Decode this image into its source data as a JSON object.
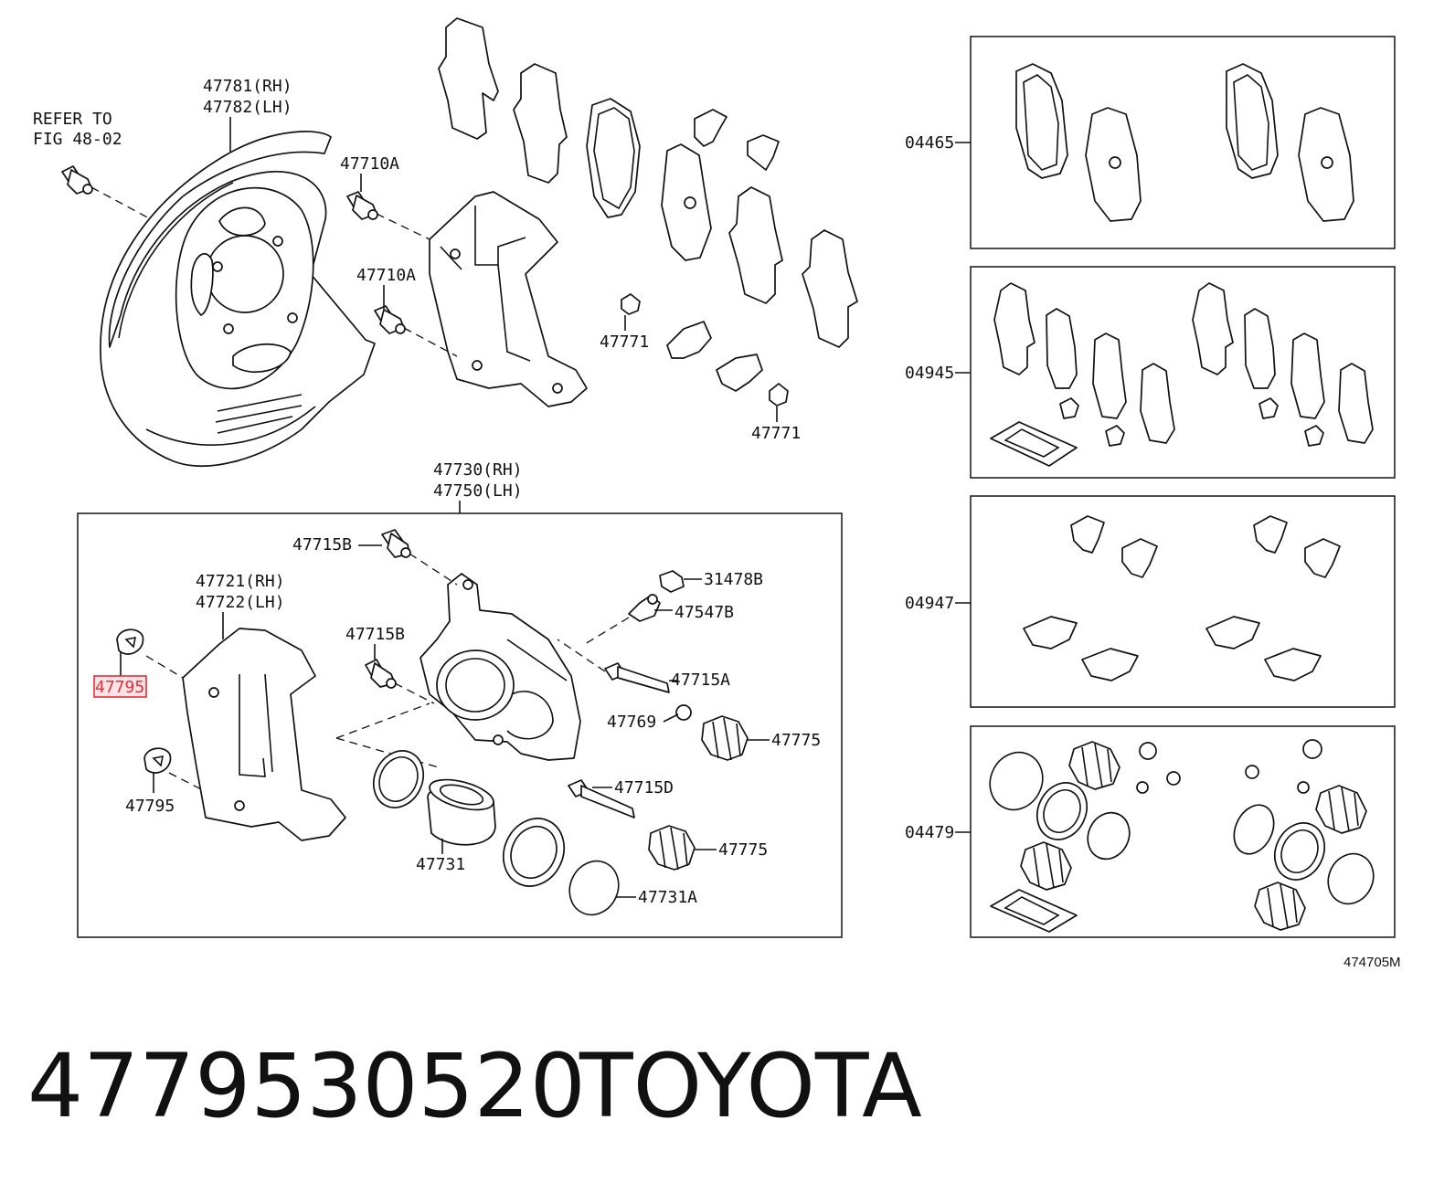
{
  "labels": {
    "refer_line1": "REFER TO",
    "refer_line2": "FIG 48-02",
    "p47781": "47781(RH)",
    "p47782": "47782(LH)",
    "p47710a_top": "47710A",
    "p47710a_mid": "47710A",
    "p47771_a": "47771",
    "p47771_b": "47771",
    "p47730": "47730(RH)",
    "p47750": "47750(LH)",
    "p47715b_top": "47715B",
    "p47715b_mid": "47715B",
    "p47721": "47721(RH)",
    "p47722": "47722(LH)",
    "p47795_hl": "47795",
    "p47795": "47795",
    "p31478b": "31478B",
    "p47547b": "47547B",
    "p47715a": "47715A",
    "p47769": "47769",
    "p47775_a": "47775",
    "p47775_b": "47775",
    "p47715d": "47715D",
    "p47731": "47731",
    "p47731a": "47731A",
    "kit_04465": "04465",
    "kit_04945": "04945",
    "kit_04947": "04947",
    "kit_04479": "04479",
    "figure_code": "474705M"
  },
  "caption": {
    "part_number": "4779530520",
    "brand": "TOYOTA"
  },
  "colors": {
    "highlight": "#e0303a",
    "highlight_fill": "#fde3e6",
    "ink": "#111111"
  }
}
